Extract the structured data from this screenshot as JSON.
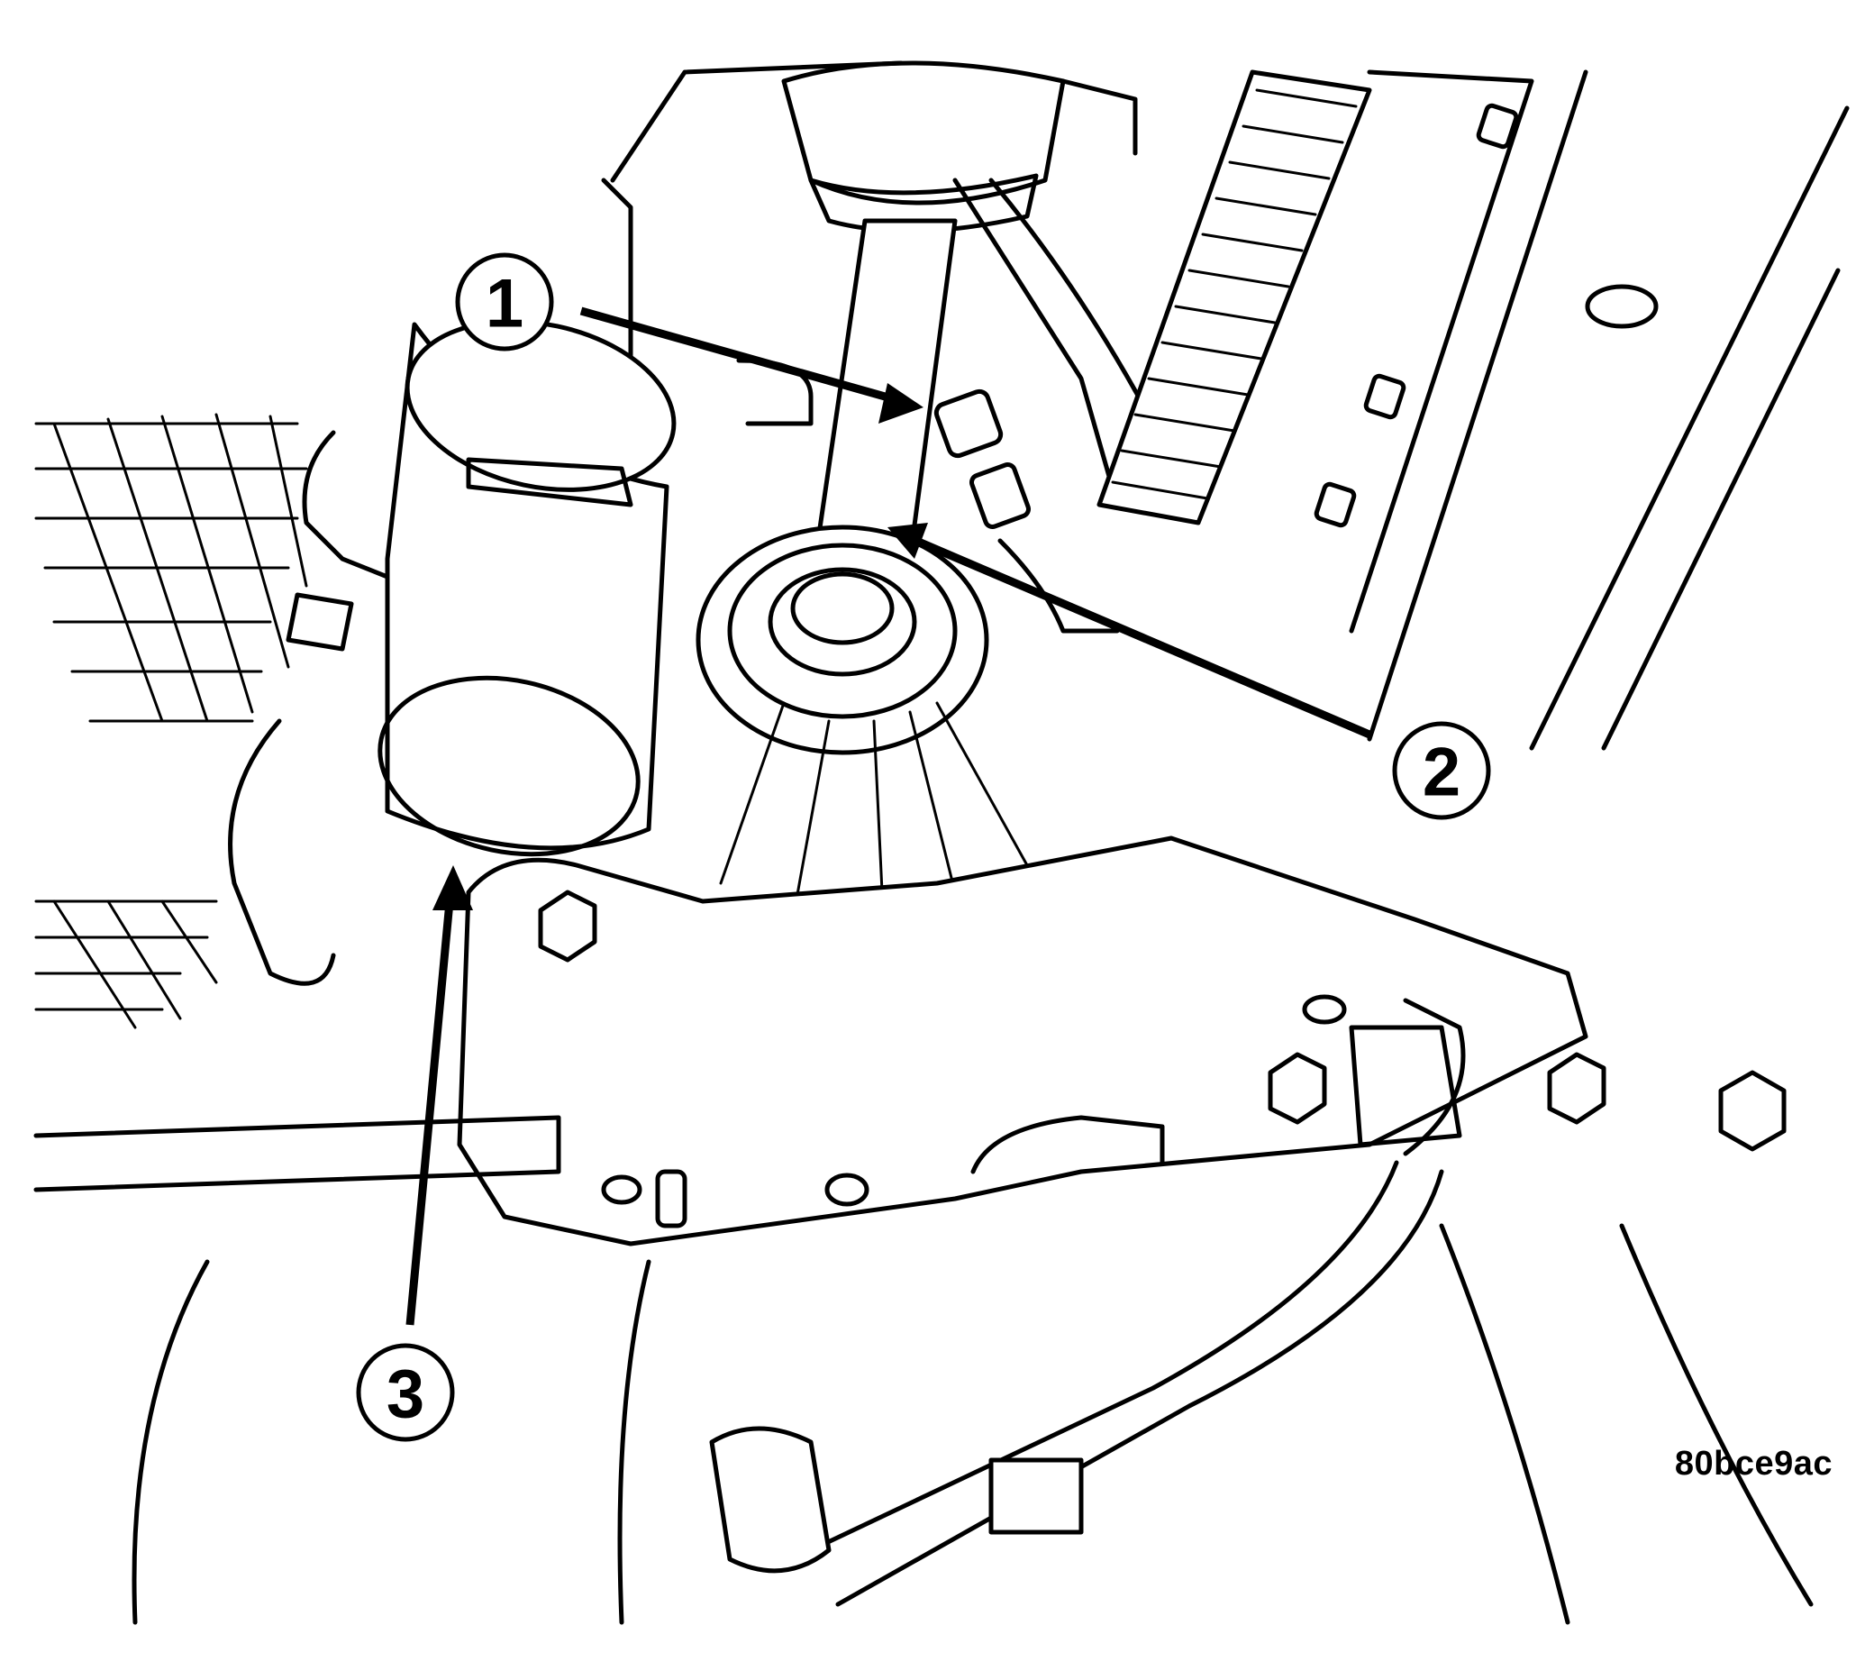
{
  "callouts": [
    {
      "id": "1",
      "label": "1"
    },
    {
      "id": "2",
      "label": "2"
    },
    {
      "id": "3",
      "label": "3"
    }
  ],
  "figure_code": "80bce9ac"
}
